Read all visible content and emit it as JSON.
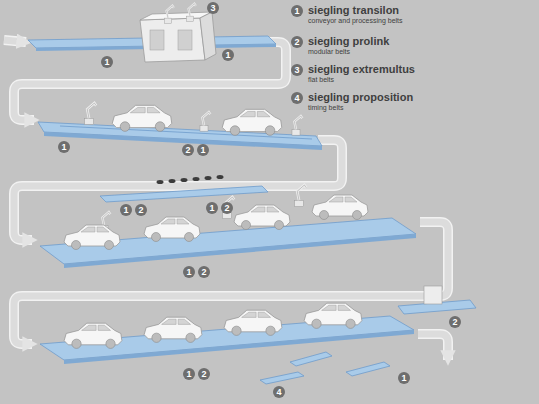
{
  "diagram": {
    "labels": [
      "1",
      "3",
      "1",
      "1",
      "2",
      "1",
      "1",
      "2",
      "1",
      "2",
      "1",
      "2",
      "2",
      "1",
      "2",
      "1",
      "4",
      "1",
      "2",
      "3",
      "4"
    ],
    "legend": [
      {
        "text": "siegling transilon"
      },
      {
        "text": "conveyor and processing belts"
      },
      {
        "text": "siegling prolink"
      },
      {
        "text": "modular belts"
      },
      {
        "text": "siegling extremultus"
      },
      {
        "text": "flat belts"
      },
      {
        "text": "siegling proposition"
      },
      {
        "text": "timing belts"
      }
    ]
  }
}
